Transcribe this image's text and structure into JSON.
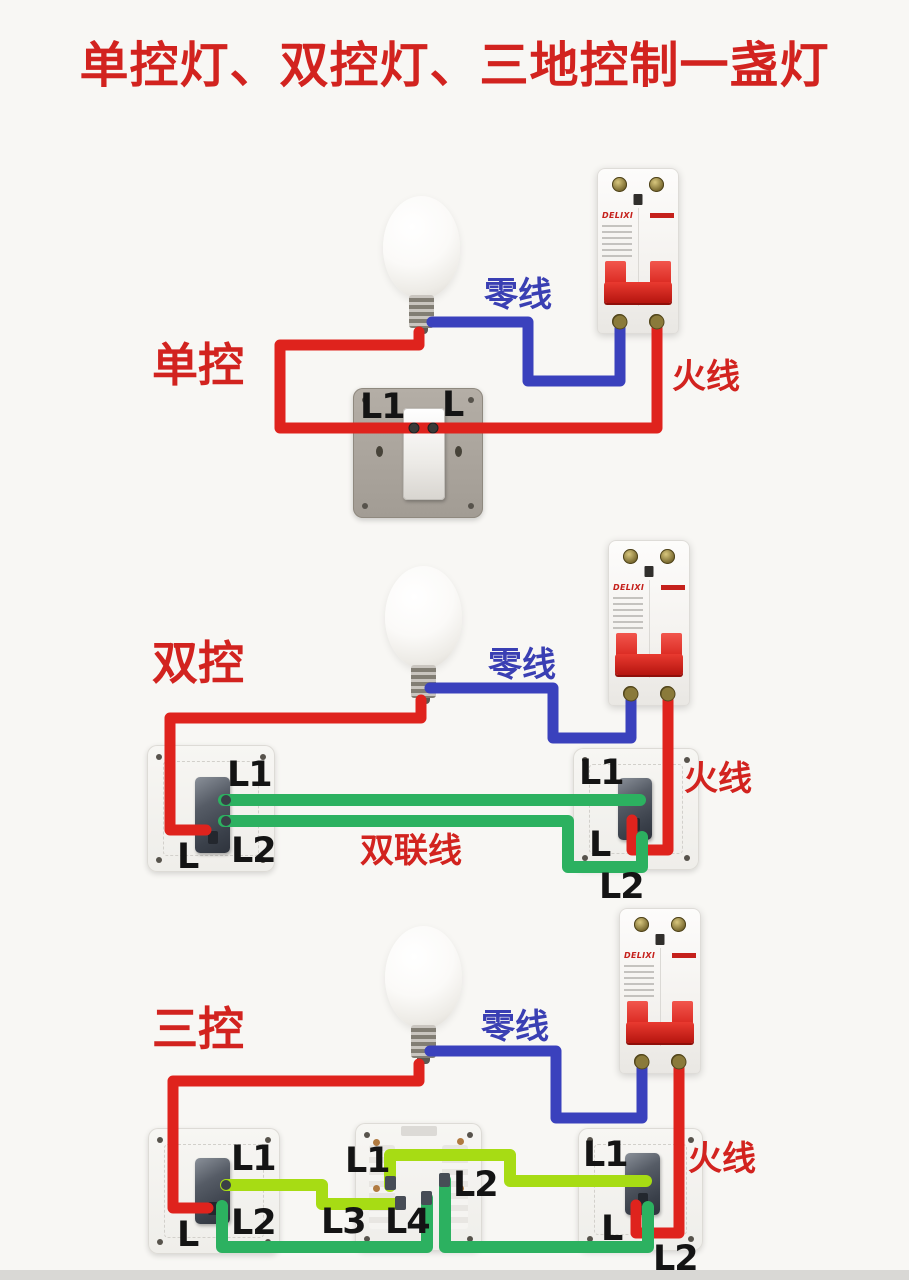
{
  "title": "单控灯、双控灯、三地控制一盏灯",
  "labels": {
    "neutral": "零线",
    "live": "火线",
    "link": "双联线"
  },
  "breaker": {
    "brand": "DELIXI"
  },
  "sections": [
    {
      "name": "单控",
      "switches": [
        {
          "terminals": {
            "l1": "L1",
            "l": "L"
          }
        }
      ]
    },
    {
      "name": "双控",
      "switches": [
        {
          "terminals": {
            "l1": "L1",
            "l": "L",
            "l2": "L2"
          }
        },
        {
          "terminals": {
            "l1": "L1",
            "l": "L",
            "l2": "L2"
          }
        }
      ]
    },
    {
      "name": "三控",
      "switches": [
        {
          "terminals": {
            "l1": "L1",
            "l": "L",
            "l2": "L2"
          }
        },
        {
          "terminals": {
            "l1": "L1",
            "l2": "L2",
            "l3": "L3",
            "l4": "L4"
          }
        },
        {
          "terminals": {
            "l1": "L1",
            "l": "L",
            "l2": "L2"
          }
        }
      ]
    }
  ],
  "colors": {
    "wire_live_red": "#df231d",
    "wire_neutral_blue": "#3a41bd",
    "wire_green": "#2cb160",
    "wire_yellow_green": "#a7dc14",
    "title_red": "#d2231f",
    "neutral_label_blue": "#3a3fb3",
    "terminal_label_black": "#141414"
  },
  "connections": [
    {
      "section": "单控",
      "wires": [
        {
          "color": "blue",
          "label": "零线",
          "path": "灯泡 → 断路器左极"
        },
        {
          "color": "red",
          "label": "火线",
          "path": "断路器右极 → 开关L"
        },
        {
          "color": "red",
          "path": "开关L1 → 灯泡"
        }
      ]
    },
    {
      "section": "双控",
      "wires": [
        {
          "color": "blue",
          "label": "零线",
          "path": "灯泡 → 断路器左极"
        },
        {
          "color": "red",
          "label": "火线",
          "path": "断路器右极 → 右开关L"
        },
        {
          "color": "red",
          "path": "左开关L → 灯泡"
        },
        {
          "color": "green",
          "label": "双联线",
          "path": "左开关L1 → 右开关L1"
        },
        {
          "color": "green",
          "label": "双联线",
          "path": "左开关L2 → 右开关L2"
        }
      ]
    },
    {
      "section": "三控",
      "wires": [
        {
          "color": "blue",
          "label": "零线",
          "path": "灯泡 → 断路器左极"
        },
        {
          "color": "red",
          "label": "火线",
          "path": "断路器右极 → 右开关L"
        },
        {
          "color": "red",
          "path": "左开关L → 灯泡"
        },
        {
          "color": "yellow-green",
          "path": "左开关L1 → 中间开关L3"
        },
        {
          "color": "yellow-green",
          "path": "中间开关L1 → 右开关L1"
        },
        {
          "color": "green",
          "path": "左开关L2 → 中间开关L4"
        },
        {
          "color": "green",
          "path": "中间开关L2 → 右开关L2"
        }
      ]
    }
  ]
}
